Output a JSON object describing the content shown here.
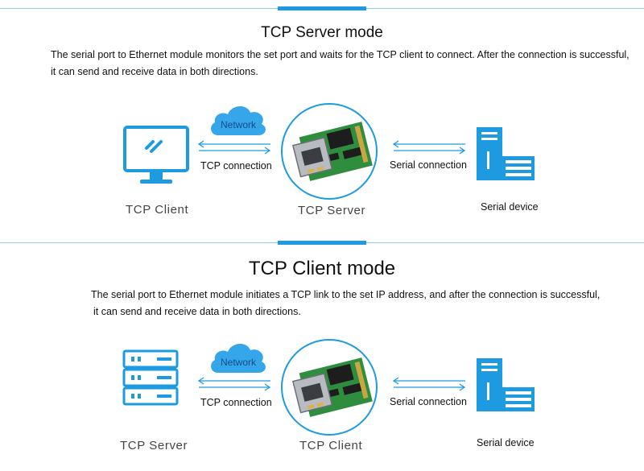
{
  "sections": [
    {
      "title": "TCP Server mode",
      "description_line1": "The serial port to Ethernet module monitors the set port and waits for the TCP client to connect. After the connection is successful,",
      "description_line2": "it can send and receive data in both directions.",
      "cloud_label": "Network",
      "left_link_label": "TCP connection",
      "right_link_label": "Serial connection",
      "left_caption": "TCP Client",
      "center_caption": "TCP Server",
      "right_caption": "Serial device",
      "left_icon": "monitor-icon"
    },
    {
      "title": "TCP Client mode",
      "description_line1": "The serial port to Ethernet module initiates a TCP link to the set IP address, and after the connection is successful,",
      "description_line2": "it can send and receive data in both directions.",
      "cloud_label": "Network",
      "left_link_label": "TCP connection",
      "right_link_label": "Serial connection",
      "left_caption": "TCP Server",
      "center_caption": "TCP Client",
      "right_caption": "Serial device",
      "left_icon": "server-rack-icon"
    }
  ],
  "colors": {
    "accent": "#1e9be0",
    "rule": "#8fc9ee",
    "cloud": "#35a6ea",
    "board": "#2f8d3e"
  },
  "icons": [
    "cloud-icon",
    "serial-device-icon",
    "ethernet-module-icon",
    "bidirectional-arrows-icon"
  ]
}
